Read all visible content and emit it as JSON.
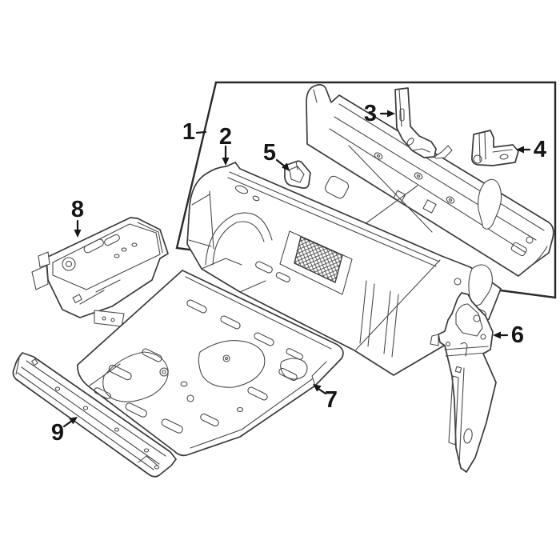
{
  "diagram": {
    "background_color": "#ffffff",
    "line_color": "#3a3a3a",
    "border_color": "#2a2a2a",
    "label_color": "#161616",
    "callouts": [
      {
        "label": "1"
      },
      {
        "label": "2"
      },
      {
        "label": "3"
      },
      {
        "label": "4"
      },
      {
        "label": "5"
      },
      {
        "label": "6"
      },
      {
        "label": "7"
      },
      {
        "label": "8"
      },
      {
        "label": "9"
      }
    ]
  }
}
